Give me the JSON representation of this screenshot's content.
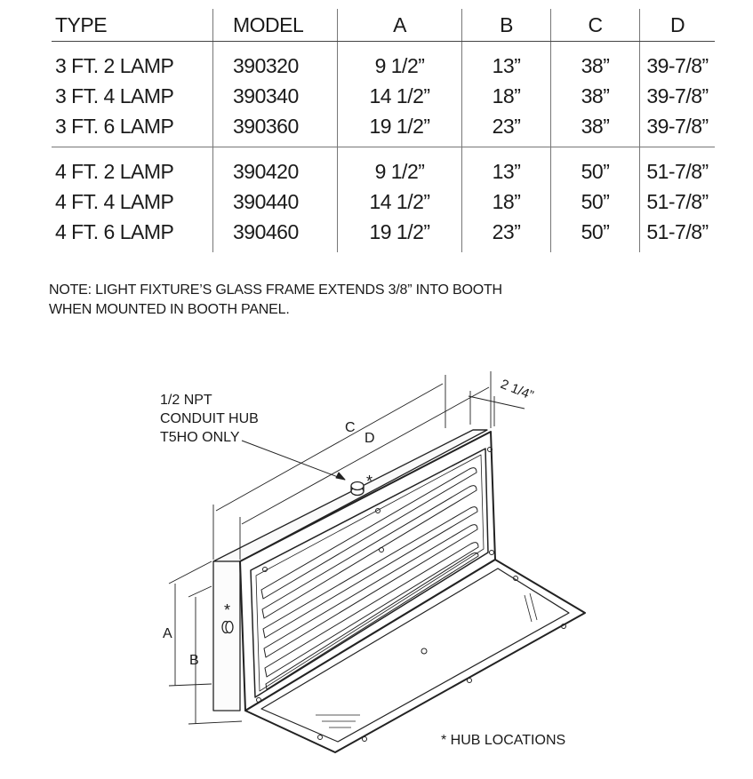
{
  "table": {
    "headers": [
      "TYPE",
      "MODEL",
      "A",
      "B",
      "C",
      "D"
    ],
    "groups": [
      [
        [
          "3 FT. 2 LAMP",
          "390320",
          "9 1/2”",
          "13”",
          "38”",
          "39-7/8”"
        ],
        [
          "3 FT. 4 LAMP",
          "390340",
          "14 1/2”",
          "18”",
          "38”",
          "39-7/8”"
        ],
        [
          "3 FT. 6 LAMP",
          "390360",
          "19 1/2”",
          "23”",
          "38”",
          "39-7/8”"
        ]
      ],
      [
        [
          "4 FT. 2 LAMP",
          "390420",
          "9 1/2”",
          "13”",
          "50”",
          "51-7/8”"
        ],
        [
          "4 FT. 4 LAMP",
          "390440",
          "14 1/2”",
          "18”",
          "50”",
          "51-7/8”"
        ],
        [
          "4 FT. 6 LAMP",
          "390460",
          "19 1/2”",
          "23”",
          "50”",
          "51-7/8”"
        ]
      ]
    ]
  },
  "note": {
    "line1": "NOTE: LIGHT FIXTURE’S GLASS FRAME EXTENDS 3/8” INTO BOOTH",
    "line2": "WHEN MOUNTED IN BOOTH PANEL."
  },
  "diagram": {
    "hub_label_1": "1/2 NPT",
    "hub_label_2": "CONDUIT HUB",
    "hub_label_3": "T5HO ONLY",
    "dim_c": "C",
    "dim_d": "D",
    "dim_depth": "2 1/4”",
    "dim_a": "A",
    "dim_b": "B",
    "hub_marker": "*",
    "hub_locations": "* HUB LOCATIONS"
  }
}
